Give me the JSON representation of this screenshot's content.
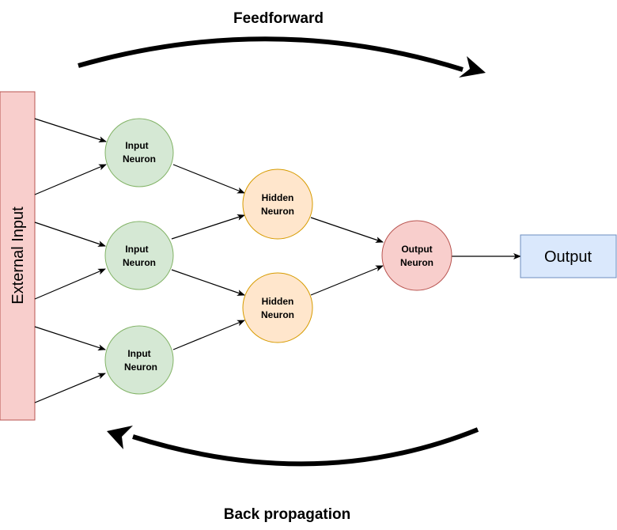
{
  "labels": {
    "feedforward": "Feedforward",
    "back_propagation": "Back propagation",
    "external_input": "External Input",
    "output": "Output"
  },
  "neurons": {
    "input_1": [
      "Input",
      "Neuron"
    ],
    "input_2": [
      "Input",
      "Neuron"
    ],
    "input_3": [
      "Input",
      "Neuron"
    ],
    "hidden_1": [
      "Hidden",
      "Neuron"
    ],
    "hidden_2": [
      "Hidden",
      "Neuron"
    ],
    "output": [
      "Output",
      "Neuron"
    ]
  },
  "colors": {
    "input_fill": "#d5e8d4",
    "input_stroke": "#82b366",
    "hidden_fill": "#ffe6cc",
    "hidden_stroke": "#d79b00",
    "output_fill": "#f8cecc",
    "output_stroke": "#b85450",
    "external_fill": "#f8cecc",
    "external_stroke": "#b85450",
    "output_box_fill": "#dae8fc",
    "output_box_stroke": "#6c8ebf"
  }
}
